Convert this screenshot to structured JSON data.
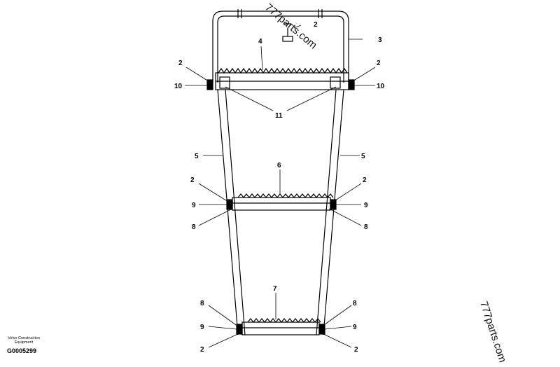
{
  "diagram": {
    "part_numbers": {
      "n2": "2",
      "n3": "3",
      "n4": "4",
      "n5": "5",
      "n6": "6",
      "n7": "7",
      "n8": "8",
      "n9": "9",
      "n10": "10",
      "n11": "11"
    },
    "watermark": "777parts.com"
  },
  "footer": {
    "manufacturer_line1": "Volvo Construction",
    "manufacturer_line2": "Equipment",
    "figure_code": "G0005299"
  }
}
